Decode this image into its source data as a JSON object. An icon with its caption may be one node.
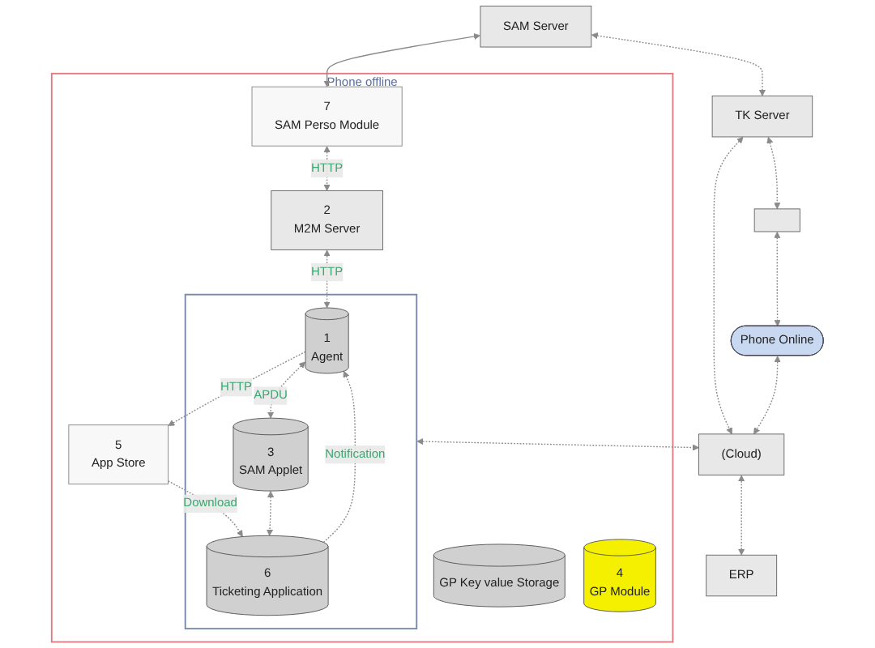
{
  "diagram": {
    "nodes": [
      {
        "text": [
          "SAM Server"
        ]
      },
      {
        "text": [
          "TK Server"
        ]
      },
      {
        "text": [],
        "shape": "box"
      },
      {
        "text": [
          "Phone Online"
        ]
      },
      {
        "text": [
          "(Cloud)"
        ]
      },
      {
        "text": [
          "ERP"
        ]
      },
      {
        "text": [
          "Phone offline"
        ]
      },
      {
        "text": [
          "7",
          "SAM Perso Module"
        ],
        "in": 6
      },
      {
        "text": [
          "2",
          "M2M Server"
        ],
        "in": 6
      },
      {
        "text": [
          "GP Key value Storage"
        ],
        "in": 6
      },
      {
        "text": [
          "4",
          "GP Module"
        ],
        "in": 6
      },
      {
        "text": [
          "5",
          "App Store"
        ],
        "in": 6
      },
      {
        "text": [],
        "shape": "box",
        "in": 6
      },
      {
        "text": [
          "1",
          "Agent"
        ],
        "in": 12
      },
      {
        "text": [
          "6",
          "Ticketing Application"
        ],
        "in": 12
      },
      {
        "text": [
          "3",
          "SAM Applet"
        ],
        "in": 12
      }
    ],
    "edges": [
      {
        "from": 0,
        "to": 1,
        "arrow": "both",
        "style": "dashed"
      },
      {
        "from": 1,
        "to": 2,
        "arrow": "both",
        "style": "dashed"
      },
      {
        "from": 2,
        "to": 3,
        "arrow": "both",
        "style": "dashed"
      },
      {
        "from": 1,
        "to": 4,
        "arrow": "both",
        "style": "dashed"
      },
      {
        "from": 3,
        "to": 4,
        "arrow": "both",
        "style": "dashed"
      },
      {
        "from": 4,
        "to": 5,
        "arrow": "both",
        "style": "dashed"
      },
      {
        "from": 0,
        "to": 7,
        "arrow": "both"
      },
      {
        "from": 7,
        "to": 8,
        "arrow": "both",
        "label": "HTTP",
        "style": "dashed"
      },
      {
        "from": 8,
        "to": 13,
        "arrow": "both",
        "label": "HTTP",
        "style": "dashed"
      },
      {
        "from": 13,
        "to": 11,
        "arrow": "to",
        "label": "HTTP",
        "style": "dashed"
      },
      {
        "from": 11,
        "to": 14,
        "arrow": "to",
        "label": "Download",
        "style": "dashed"
      },
      {
        "from": 12,
        "to": 4,
        "arrow": "both",
        "style": "dashed"
      },
      {
        "from": 14,
        "to": 13,
        "arrow": "to",
        "label": "Notification",
        "style": "dashed"
      },
      {
        "from": 13,
        "to": 15,
        "arrow": "both",
        "label": "APDU",
        "style": "dashed"
      },
      {
        "from": 15,
        "to": 14,
        "arrow": "both",
        "style": "dashed"
      }
    ]
  }
}
